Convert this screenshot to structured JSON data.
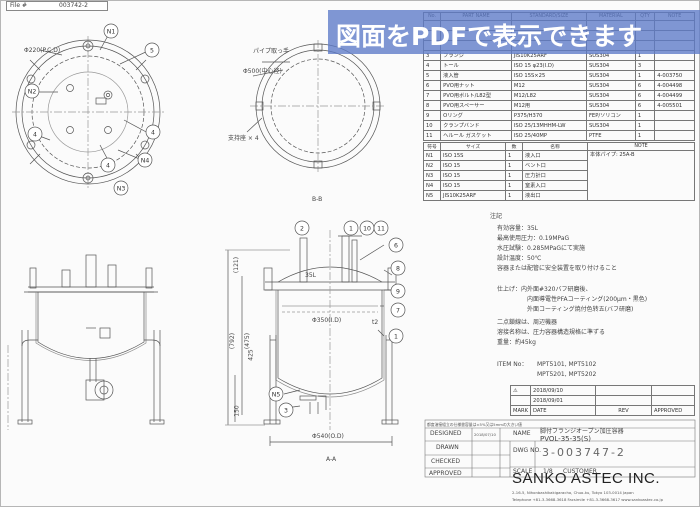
{
  "file_box": {
    "label": "File #",
    "number": "003742-2"
  },
  "banner": {
    "text": "図面をPDFで表示できます",
    "color": "#5c7ac8"
  },
  "parts_table": {
    "headers": [
      "No.",
      "PART NAME",
      "STANDARD/SIZE",
      "MATERIAL",
      "QTY",
      "NOTE"
    ],
    "rows": [
      [
        "3",
        "フランジ",
        "JIS10K25ARF",
        "SUS304",
        "1",
        ""
      ],
      [
        "4",
        "トール",
        "ISO 15 φ23(I.D)",
        "SUS304",
        "3",
        ""
      ],
      [
        "5",
        "液入管",
        "ISO 15S×25",
        "SUS304",
        "1",
        "4-003750"
      ],
      [
        "6",
        "PVO用ナット",
        "M12",
        "SUS304",
        "6",
        "4-004498"
      ],
      [
        "7",
        "PVO用ボルト/L82型",
        "M12/L82",
        "SUS304",
        "6",
        "4-004499"
      ],
      [
        "8",
        "PVO用スペーサー",
        "M12用",
        "SUS304",
        "6",
        "4-005501"
      ],
      [
        "9",
        "Oリング",
        "P375/H370",
        "FEP/ソリコン",
        "1",
        ""
      ],
      [
        "10",
        "クランプバンド",
        "ISO 25/13MHHM-LW",
        "SUS304",
        "1",
        ""
      ],
      [
        "11",
        "ヘルール ガスケット",
        "ISO 25/40MP",
        "PTFE",
        "1",
        ""
      ]
    ]
  },
  "nozzle_table": {
    "headers": [
      "符号",
      "サイズ",
      "数",
      "名称",
      "NOTE"
    ],
    "note_text": "本体パイプ: 25A-B",
    "rows": [
      [
        "N1",
        "ISO 15S",
        "1",
        "液入口"
      ],
      [
        "N2",
        "ISO 15",
        "1",
        "ベント口"
      ],
      [
        "N3",
        "ISO 15",
        "1",
        "圧力計口"
      ],
      [
        "N4",
        "ISO 15",
        "1",
        "窒素入口"
      ],
      [
        "N5",
        "JIS10K25ARF",
        "1",
        "液出口"
      ]
    ]
  },
  "notes": {
    "header": "注記",
    "lines": [
      "有効容量：35L",
      "最高使用圧力：0.19MPaG",
      "水圧試験：0.285MPaGにて実施",
      "設計温度：50℃",
      "容器または配管に安全装置を取り付けること"
    ],
    "finish_lines": [
      "仕上げ：内外面#320バフ研磨後、",
      "内面導電性PFAコーティング(200μm・黒色)",
      "外面コーティング焼付色转五(バフ研磨)",
      "二点鎖線は、周辺機器",
      "溶接名称は、圧力容器構造規格に準ずる",
      "重量：約45kg"
    ]
  },
  "item_no": {
    "label": "ITEM No：",
    "line1": "MPT5101, MPT5102",
    "line2": "MPT5201, MPT5202"
  },
  "revisions": [
    {
      "mark": "⚠",
      "date": "2018/09/10"
    },
    {
      "mark": "",
      "date": "2018/09/01"
    }
  ],
  "rev_headers": {
    "mark": "MARK",
    "date": "DATE",
    "rev": "REV",
    "approved": "APPROVED"
  },
  "title_block": {
    "note_line": "都度溶接組立の仕様書容量は±5%又は5mmの大きい値",
    "designed_label": "DESIGNED",
    "designed_date": "2018/07/10",
    "drawn_label": "DRAWN",
    "checked_label": "CHECKED",
    "approved_label": "APPROVED",
    "name_label": "NAME",
    "name_line1": "脚付フランジオープン加圧容器",
    "name_line2": "PVOL-35-35(S)",
    "dwg_label": "DWG NO.",
    "dwg_number": "3-003747-2",
    "scale_label": "SCALE",
    "scale_value": "1/8",
    "customer_label": "CUSTOMER"
  },
  "company": {
    "name": "SANKO ASTEC INC.",
    "address": "2-16-5, Nihonbashikakigaracho, Chuo-ku, Tokyo 103-0014 Japan",
    "contact": "Telephone +81-3-3668-3618  Facsimile +81-3-3668-3617  www.sankoastec.co.jp"
  },
  "top_view": {
    "pcd": "Φ220(P.C.D)",
    "pipe_label": "パイプ取っ手",
    "support_label": "支持座 × 4",
    "od500": "Φ500(中心径)",
    "section_label": "B-B",
    "balloons_left": [
      "N1",
      "5",
      "N2",
      "4",
      "4",
      "N4",
      "4",
      "N3"
    ]
  },
  "front_view": {
    "volume": "35L",
    "diameter": "Φ350(I.D)",
    "t2": "t2",
    "base": "Φ540(O.D)",
    "section_label": "A-A",
    "dims": [
      "(121)",
      "(475)",
      "(792)",
      "425",
      "150"
    ],
    "balloons": [
      "2",
      "1",
      "10",
      "11",
      "6",
      "8",
      "9",
      "7",
      "1",
      "N5",
      "3"
    ]
  }
}
